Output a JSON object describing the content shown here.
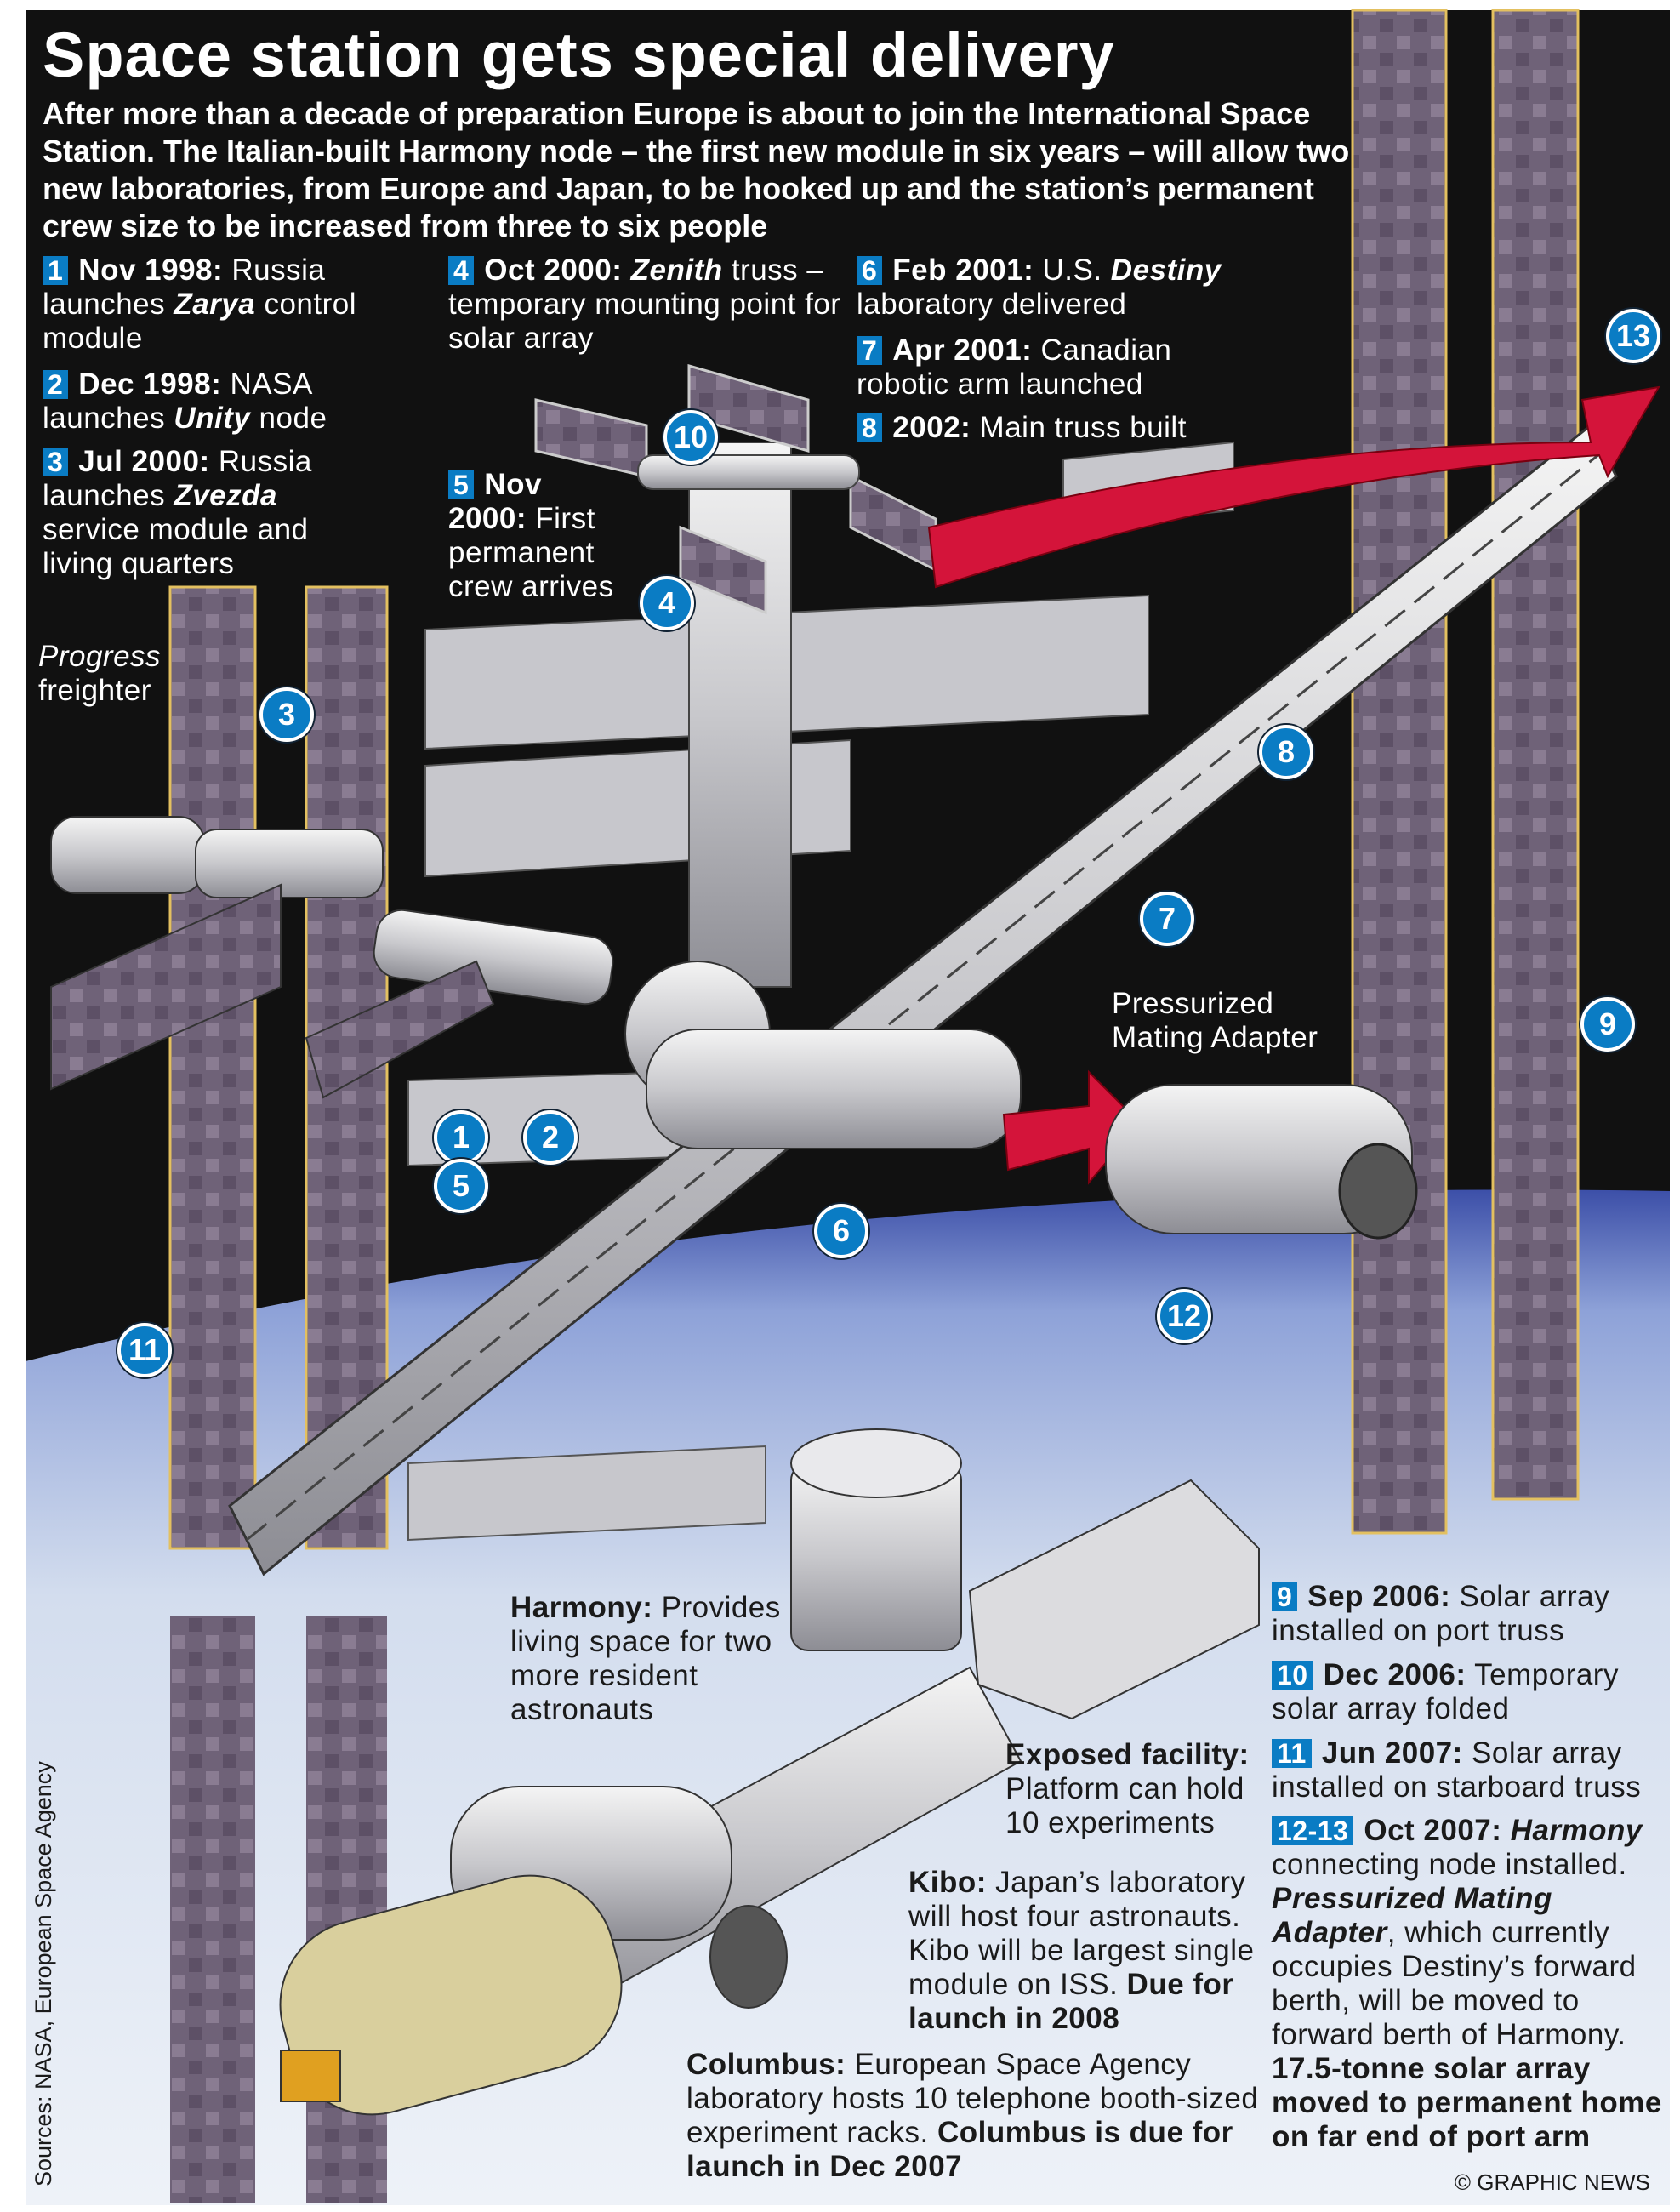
{
  "header": {
    "title": "Space station gets special delivery",
    "subtitle": "After more than a decade of preparation Europe is about to join the International Space Station. The Italian-built Harmony node – the first new module in six years – will allow two new laboratories, from Europe and Japan, to be hooked up and the station’s permanent crew size to be increased from three to six people"
  },
  "timeline": [
    {
      "tag": "1",
      "date": "Nov 1998:",
      "pre": " Russia launches ",
      "em": "Zarya",
      "post": " control module"
    },
    {
      "tag": "2",
      "date": "Dec 1998:",
      "pre": " NASA launches ",
      "em": "Unity",
      "post": " node"
    },
    {
      "tag": "3",
      "date": "Jul 2000:",
      "pre": " Russia launches ",
      "em": "Zvezda",
      "post": " service module and living quarters"
    },
    {
      "tag": "4",
      "date": "Oct 2000:",
      "pre": " ",
      "em": "Zenith",
      "post": " truss – temporary mounting point for solar array"
    },
    {
      "tag": "5",
      "date": "Nov 2000:",
      "pre": " First permanent crew arrives",
      "em": "",
      "post": ""
    },
    {
      "tag": "6",
      "date": "Feb 2001:",
      "pre": " U.S. ",
      "em": "Destiny",
      "post": " laboratory delivered"
    },
    {
      "tag": "7",
      "date": "Apr 2001:",
      "pre": " Canadian robotic arm launched",
      "em": "",
      "post": ""
    },
    {
      "tag": "8",
      "date": "2002:",
      "pre": " Main truss built",
      "em": "",
      "post": ""
    },
    {
      "tag": "9",
      "date": "Sep 2006:",
      "pre": " Solar array installed on port truss",
      "em": "",
      "post": ""
    },
    {
      "tag": "10",
      "date": "Dec 2006:",
      "pre": " Temporary solar array folded",
      "em": "",
      "post": ""
    },
    {
      "tag": "11",
      "date": "Jun 2007:",
      "pre": " Solar array installed on starboard truss",
      "em": "",
      "post": ""
    },
    {
      "tag": "12-13",
      "date": "Oct 2007:",
      "pre": " ",
      "em": "Harmony",
      "post": " connecting node installed."
    }
  ],
  "item1213_extra": {
    "em": "Pressurized Mating Adapter",
    "text": ", which currently occupies Destiny’s forward berth, will be moved to forward berth of Harmony.",
    "bold": "17.5-tonne solar array moved to permanent home on far end of port arm"
  },
  "labels": {
    "progress_em": "Progress",
    "progress_rest": "freighter",
    "pma": "Pressurized Mating Adapter",
    "harmony_b": "Harmony:",
    "harmony_t": " Provides living space for two more resident astronauts",
    "exposed_b": "Exposed facility:",
    "exposed_t": " Platform can hold 10 experiments",
    "kibo_b": "Kibo:",
    "kibo_t": " Japan’s laboratory will host four astronauts. Kibo will be largest single module on ISS. ",
    "kibo_b2": "Due for launch in 2008",
    "columbus_b": "Columbus:",
    "columbus_t": " European Space Agency laboratory hosts 10 telephone booth-sized experiment racks. ",
    "columbus_b2": "Columbus is due for launch in Dec 2007"
  },
  "markers": [
    "1",
    "2",
    "3",
    "4",
    "5",
    "6",
    "7",
    "8",
    "9",
    "10",
    "11",
    "12",
    "13"
  ],
  "footer": {
    "sources": "Sources: NASA, European Space Agency",
    "credit": "© GRAPHIC NEWS"
  },
  "colors": {
    "accent": "#0a7cc4",
    "arrow": "#d4143a",
    "panel": "#6f6278"
  }
}
